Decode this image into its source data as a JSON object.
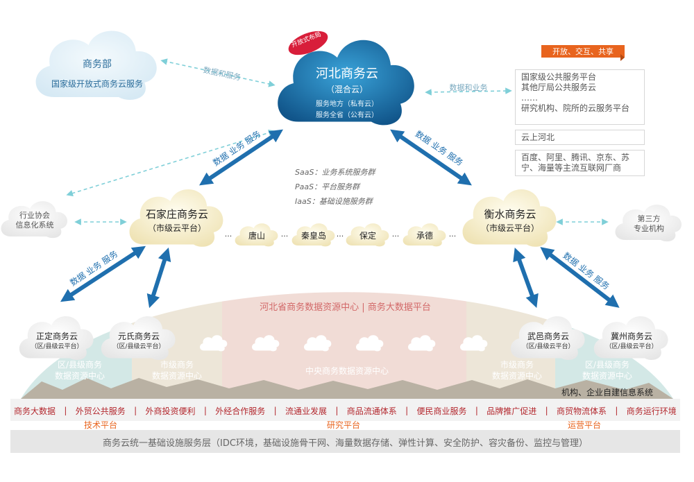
{
  "colors": {
    "blue_arrow": "#1f6fae",
    "dashed_arrow": "#7fcfd8",
    "cloud_blue": "#1d6ea8",
    "cloud_cream": "#f9f3d8",
    "cloud_light_blue": "#e4f1f8",
    "orange": "#e8641e",
    "red_text": "#b3272d",
    "gray_band": "#e9e9e9"
  },
  "clouds": {
    "ministry": {
      "title": "商务部",
      "subtitle": "国家级开放式商务云服务"
    },
    "hebei": {
      "badge": "开放式布局",
      "title": "河北商务云",
      "subtitle": "（混合云）",
      "line1": "服务地方（私有云）",
      "line2": "服务全省（公有云）"
    },
    "shijiazhuang": {
      "title": "石家庄商务云",
      "subtitle": "（市级云平台）"
    },
    "hengshui": {
      "title": "衡水商务云",
      "subtitle": "（市级云平台）"
    },
    "industry": {
      "title": "行业协会",
      "subtitle": "信息化系统"
    },
    "thirdparty": {
      "title": "第三方",
      "subtitle": "专业机构"
    },
    "zhengding": {
      "title": "正定商务云",
      "subtitle": "（区/县级云平台）"
    },
    "yuanshi": {
      "title": "元氏商务云",
      "subtitle": "（区/县级云平台）"
    },
    "wuyi": {
      "title": "武邑商务云",
      "subtitle": "（区/县级云平台）"
    },
    "jizhou": {
      "title": "冀州商务云",
      "subtitle": "（区/县级云平台）"
    }
  },
  "cities": [
    "唐山",
    "秦皇岛",
    "保定",
    "承德"
  ],
  "ellipsis": "...",
  "arrow_labels": {
    "data_service": "数据和服务",
    "data_business": "数据和业务",
    "data_biz_service": "数据  业务  服务"
  },
  "services": [
    {
      "prefix": "SaaS",
      "text": "：业务系统服务群"
    },
    {
      "prefix": "PaaS",
      "text": "：平台服务群"
    },
    {
      "prefix": "IaaS",
      "text": "：基础设施服务群"
    }
  ],
  "right_panel": {
    "badge": "开放、交互、共享",
    "box1": [
      "国家级公共服务平台",
      "其他厅局公共服务云",
      "……",
      "研究机构、院所的云服务平台"
    ],
    "box2": "云上河北",
    "box3": [
      "百度、阿里、腾讯、京东、苏",
      "宁、海量等主流互联网厂商"
    ]
  },
  "dome": {
    "top_label": "河北省商务数据资源中心 | 商务大数据平台",
    "left_outer": [
      "区/县级商务",
      "数据资源中心"
    ],
    "left_inner": [
      "市级商务",
      "数据资源中心"
    ],
    "center": "中央商务数据资源中心",
    "right_inner": [
      "市级商务",
      "数据资源中心"
    ],
    "right_outer": [
      "区/县级商务",
      "数据资源中心"
    ],
    "self_built": "机构、企业自建信息系统"
  },
  "services_row": [
    "商务大数据",
    "外贸公共服务",
    "外商投资便利",
    "外经合作服务",
    "流通业发展",
    "商品流通体系",
    "便民商业服务",
    "品牌推广促进",
    "商贸物流体系",
    "商务运行环境"
  ],
  "platforms": {
    "tech": "技术平台",
    "research": "研究平台",
    "ops": "运营平台"
  },
  "infra": "商务云统一基础设施服务层（IDC环境，基础设施骨干网、海量数据存储、弹性计算、安全防护、容灾备份、监控与管理）"
}
